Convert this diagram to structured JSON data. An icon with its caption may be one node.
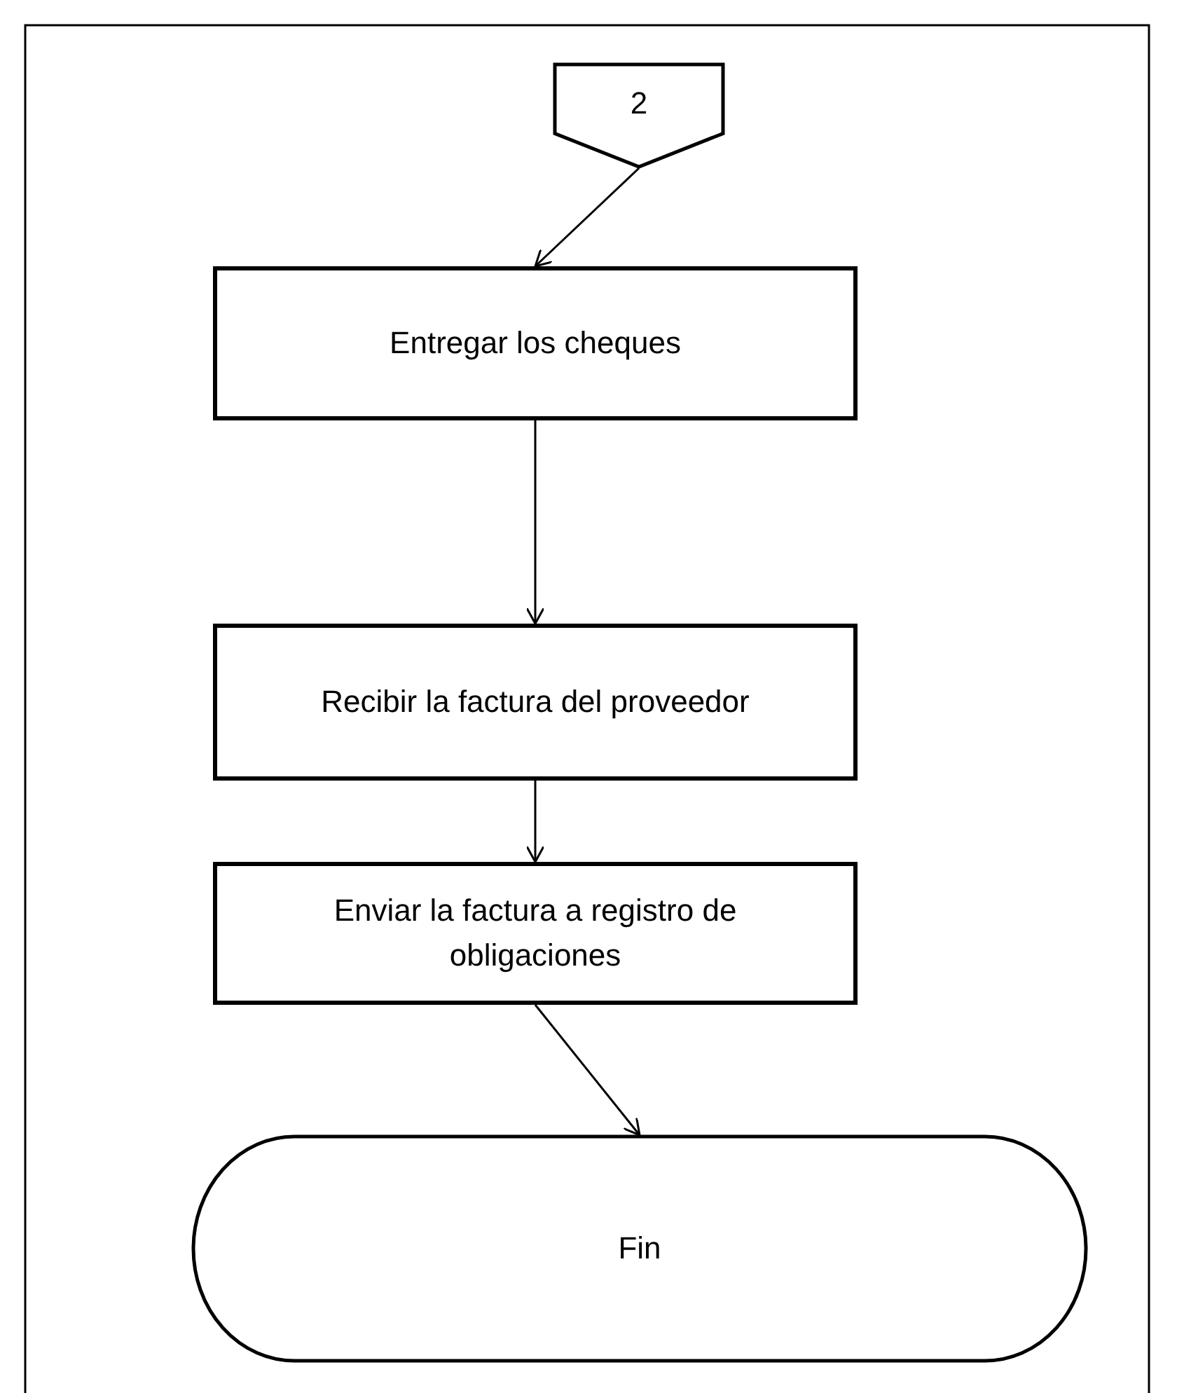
{
  "diagram": {
    "nodes": [
      {
        "text": [
          "2"
        ]
      },
      {
        "text": [
          "Entregar los cheques"
        ]
      },
      {
        "text": [
          "Recibir la factura del proveedor"
        ]
      },
      {
        "text": [
          "Enviar la factura a registro de obligaciones"
        ]
      },
      {
        "text": [
          "Fin"
        ]
      }
    ],
    "edges": [
      {
        "from": 0,
        "to": 1,
        "arrow": "to"
      },
      {
        "from": 1,
        "to": 2,
        "arrow": "to"
      },
      {
        "from": 2,
        "to": 3,
        "arrow": "to"
      },
      {
        "from": 3,
        "to": 4,
        "arrow": "to"
      }
    ]
  }
}
